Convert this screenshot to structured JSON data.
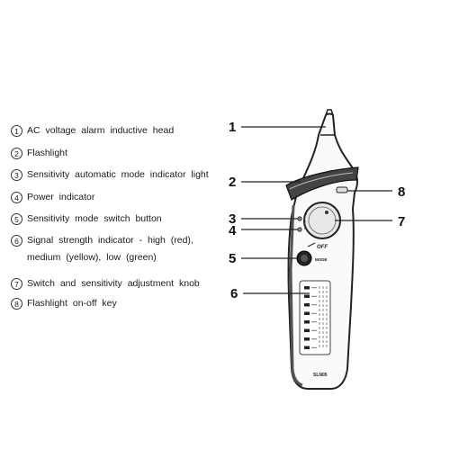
{
  "legend": [
    {
      "num": "1",
      "text": "AC voltage alarm inductive head"
    },
    {
      "num": "2",
      "text": "Flashlight"
    },
    {
      "num": "3",
      "text": "Sensitivity automatic mode indicator light"
    },
    {
      "num": "4",
      "text": "Power indicator"
    },
    {
      "num": "5",
      "text": "Sensitivity mode switch button"
    },
    {
      "num": "6",
      "text": "Signal strength indicator - high (red),",
      "text2": "medium (yellow), low (green)"
    },
    {
      "num": "7",
      "text": "Switch and sensitivity adjustment knob"
    },
    {
      "num": "8",
      "text": "Flashlight on-off key"
    }
  ],
  "callouts": {
    "c1": "1",
    "c2": "2",
    "c3": "3",
    "c4": "4",
    "c5": "5",
    "c6": "6",
    "c7": "7",
    "c8": "8"
  },
  "device": {
    "off_label": "OFF",
    "mode_label": "MODE",
    "model_label": "SLN05"
  }
}
